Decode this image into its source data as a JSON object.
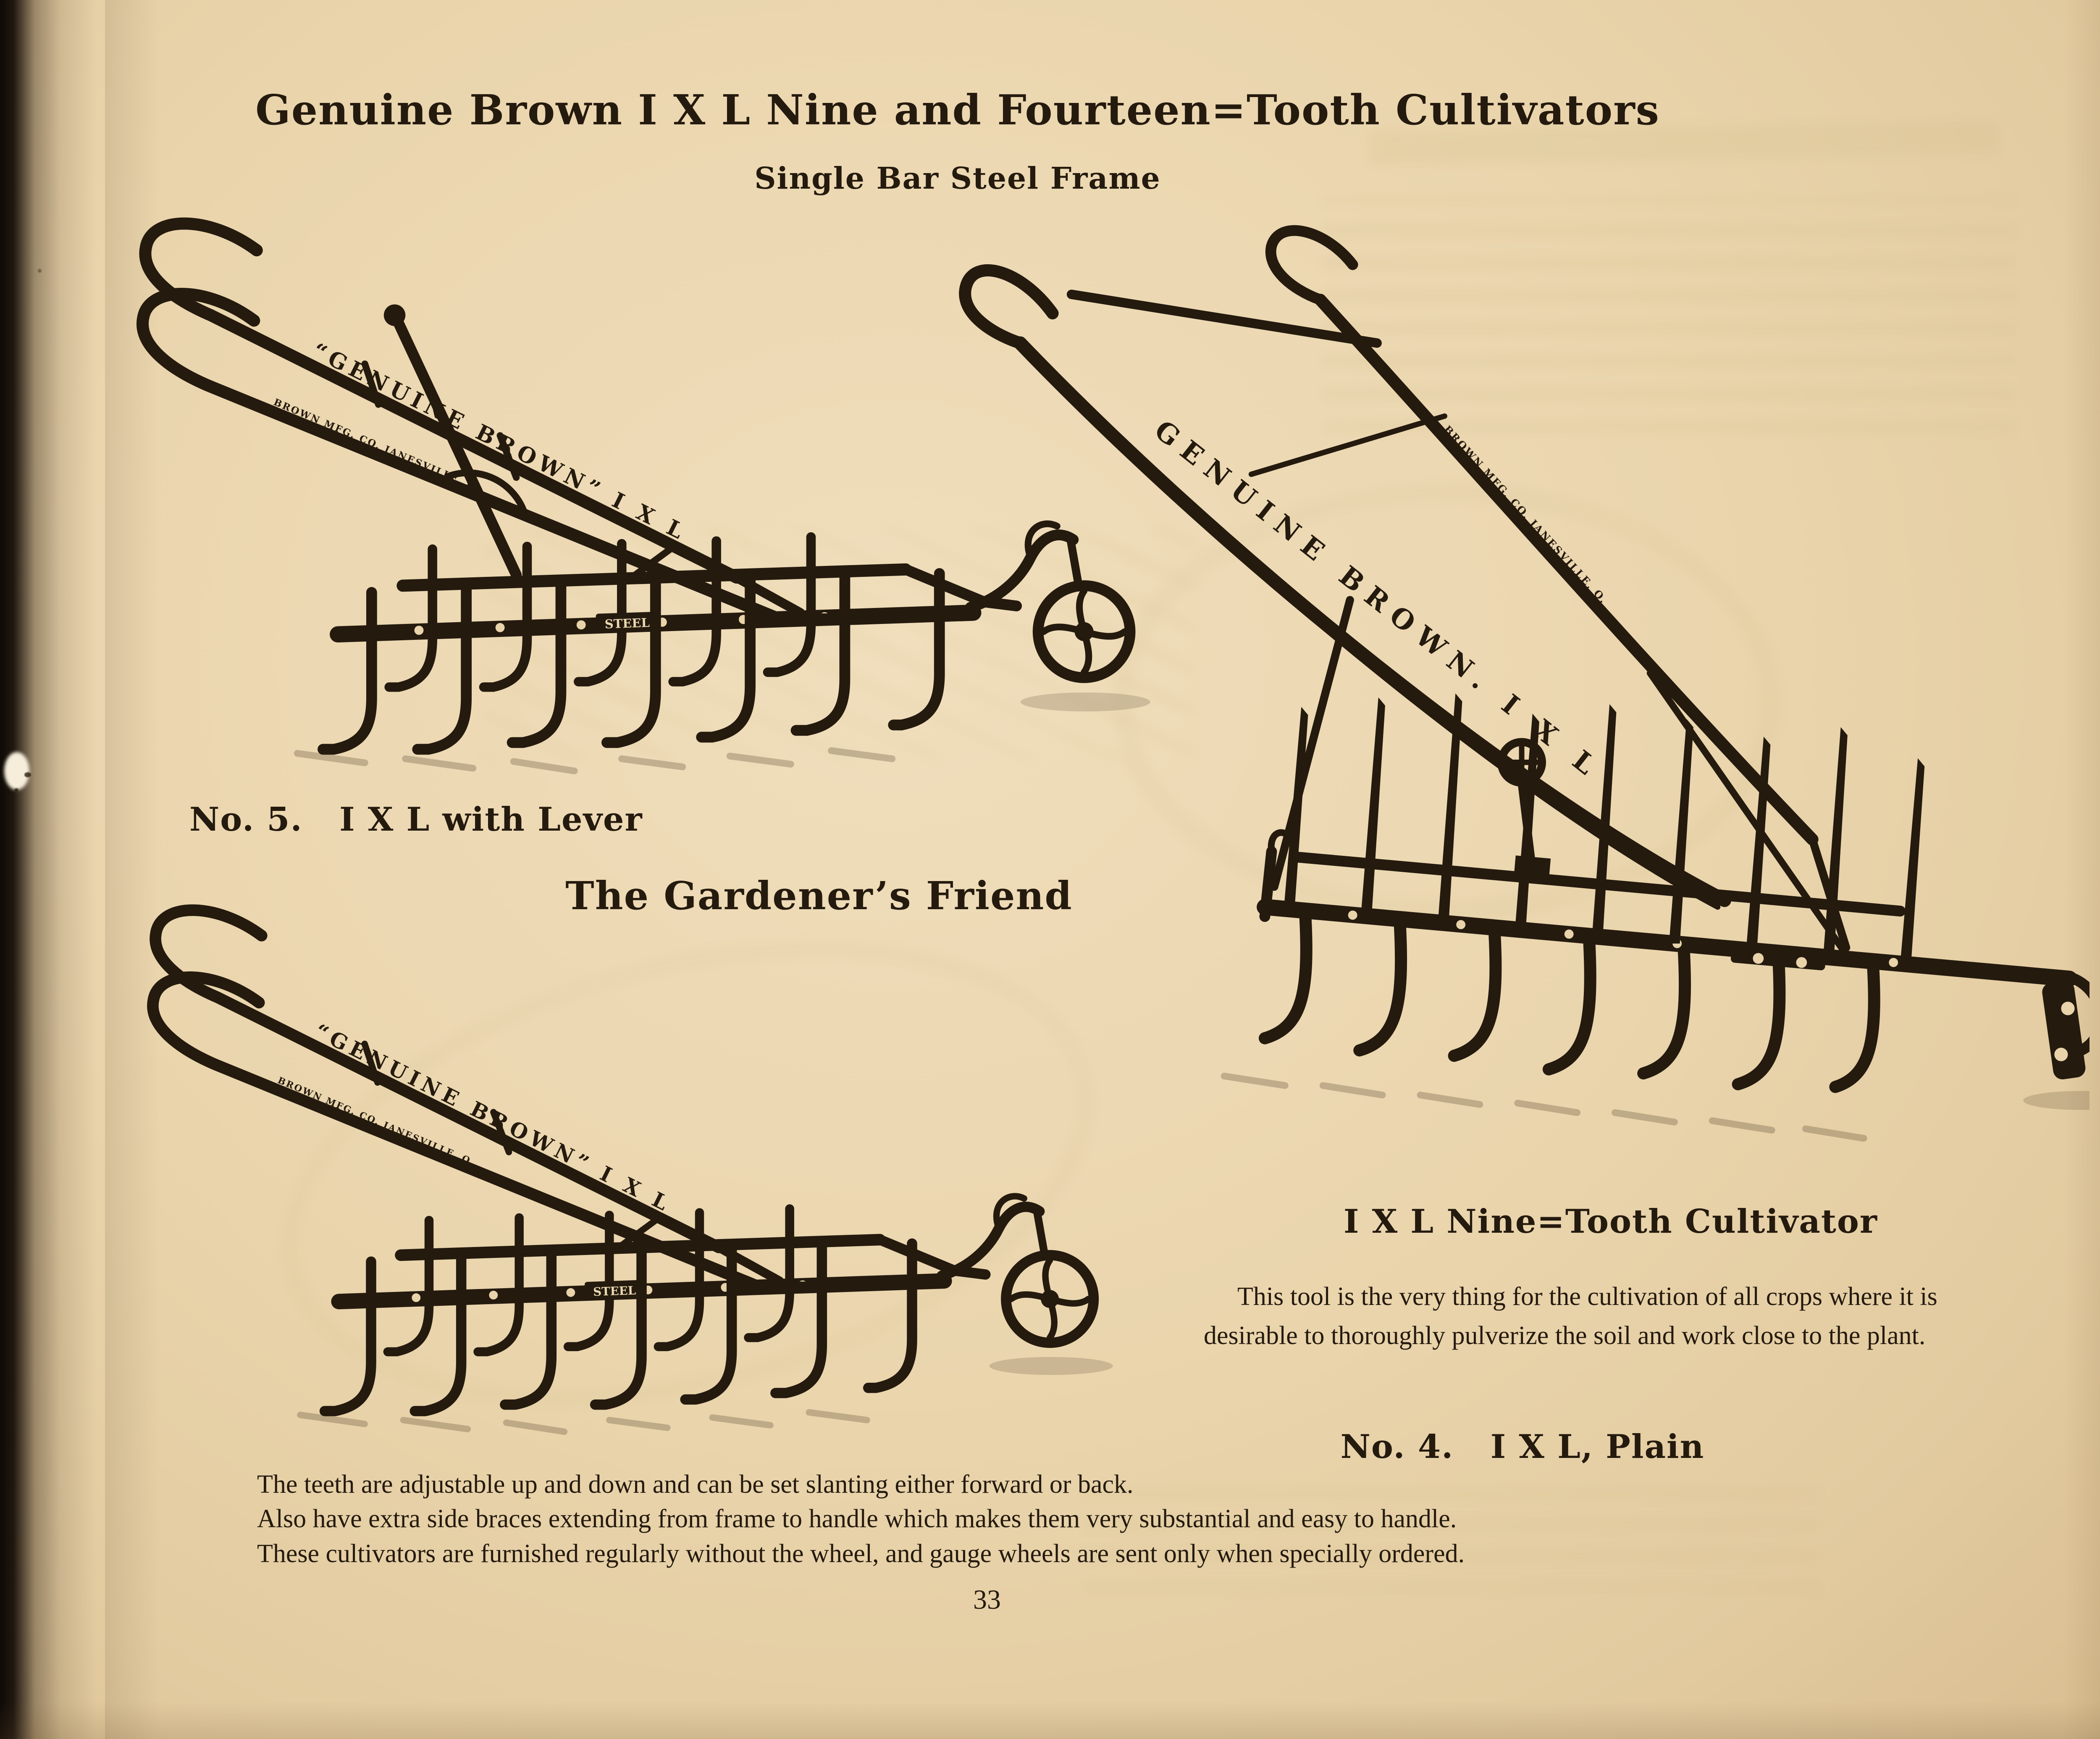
{
  "colors": {
    "paper": "#e9d3aa",
    "ink": "#241a0e"
  },
  "page": {
    "title": "Genuine Brown I X L Nine and Fourteen=Tooth Cultivators",
    "subtitle": "Single Bar Steel Frame",
    "page_number": "33"
  },
  "captions": {
    "no5": "No. 5.   I X L with Lever",
    "gardeners_friend": "The Gardener’s Friend",
    "nine_tooth": "I X L Nine=Tooth Cultivator",
    "no4": "No. 4.   I X L, Plain"
  },
  "paragraphs": {
    "nine_tooth_description": "This tool is the very thing for the cultivation of all crops where it is desirable to thoroughly pulverize the soil and work close to the plant.",
    "footer_line1": "The teeth are adjustable up and down and can be set slanting either forward or back.",
    "footer_line2": "Also have extra side braces extending from frame to handle which makes them very substantial and easy to handle.",
    "footer_line3": "These cultivators are furnished regularly without the wheel, and gauge wheels are sent only when specially ordered."
  },
  "machine_labels": {
    "brand_small": "“GENUINE BROWN” I X L",
    "brand_large": "GENUINE BROWN. I X L",
    "maker": "BROWN MFG. CO. JANESVILLE, O.",
    "frame_label": "STEEL"
  }
}
